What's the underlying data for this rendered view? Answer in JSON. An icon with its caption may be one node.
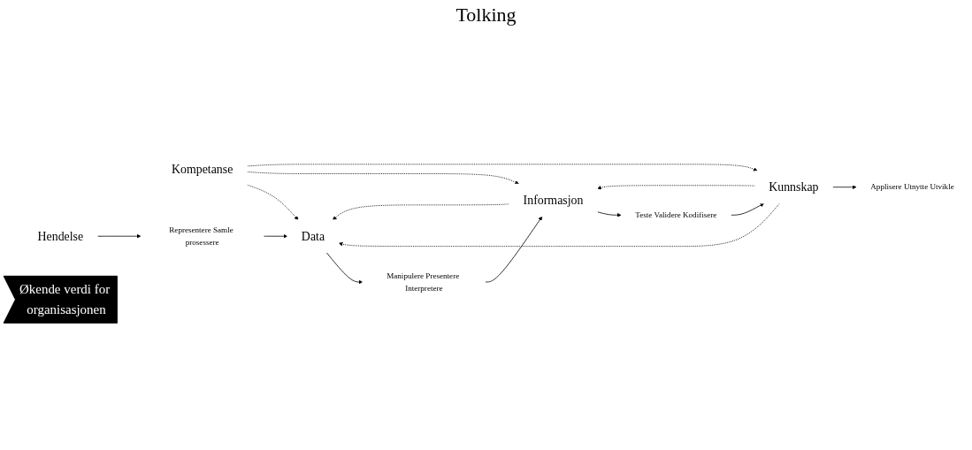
{
  "diagram": {
    "nodes": [
      {
        "text": [
          "Hendelse"
        ]
      },
      {
        "text": [
          "Data"
        ]
      },
      {
        "text": [
          "Informasjon"
        ]
      },
      {
        "text": [
          "Kunnskap"
        ]
      },
      {
        "text": [
          "Kompetanse"
        ]
      },
      {
        "text": [
          "Representere Samle prosessere"
        ]
      },
      {
        "text": [
          "Manipulere Presentere Interpretere"
        ]
      },
      {
        "text": [
          "Teste Validere Kodifisere"
        ]
      },
      {
        "text": [
          "Applisere Utnytte Utvikle"
        ]
      },
      {
        "text": [
          "Økende verdi for organisasjonen"
        ]
      }
    ],
    "edges": [
      {
        "from": 0,
        "to": 5,
        "arrow": "to"
      },
      {
        "from": 5,
        "to": 1,
        "arrow": "to"
      },
      {
        "from": 1,
        "to": 6,
        "arrow": "to"
      },
      {
        "from": 6,
        "to": 2,
        "arrow": "to"
      },
      {
        "from": 2,
        "to": 7,
        "arrow": "to"
      },
      {
        "from": 7,
        "to": 3,
        "arrow": "to"
      },
      {
        "from": 3,
        "to": 8,
        "arrow": "to"
      },
      {
        "from": 2,
        "to": 1,
        "arrow": "to",
        "style": "dashed"
      },
      {
        "from": 3,
        "to": 1,
        "arrow": "to",
        "style": "dashed"
      },
      {
        "from": 4,
        "to": 1,
        "arrow": "to",
        "style": "dashed"
      },
      {
        "from": 3,
        "to": 2,
        "arrow": "to",
        "style": "dashed"
      },
      {
        "from": 4,
        "to": 2,
        "arrow": "to",
        "style": "dashed"
      },
      {
        "from": 4,
        "to": 3,
        "arrow": "to",
        "style": "dashed"
      }
    ],
    "labels": [
      "Tolking"
    ]
  }
}
